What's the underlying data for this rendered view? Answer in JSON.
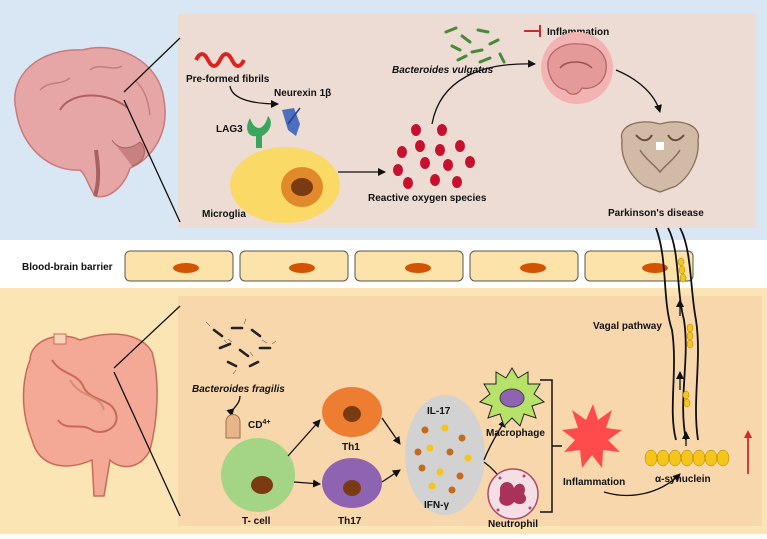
{
  "labels": {
    "preformed_fibrils": "Pre-formed fibrils",
    "neurexin": "Neurexin 1β",
    "lag3": "LAG3",
    "microglia": "Microglia",
    "ros": "Reactive oxygen species",
    "bacteroides_vulgatus": "Bacteroides vulgatus",
    "inflammation_top": "Inflammation",
    "parkinsons": "Parkinson's disease",
    "bbb": "Blood-brain barrier",
    "vagal": "Vagal pathway",
    "bacteroides_fragilis": "Bacteroides fragilis",
    "cd4": "CD",
    "cd4_sup": "4+",
    "th1": "Th1",
    "th17": "Th17",
    "tcell": "T- cell",
    "il17": "IL-17",
    "ifng": "IFN-γ",
    "macrophage": "Macrophage",
    "neutrophil": "Neutrophil",
    "inflammation_bottom": "Inflammation",
    "asyn": "α-synuclein"
  },
  "colors": {
    "top_bg": "#d9e6f3",
    "top_panel": "#ecdcd3",
    "bottom_bg": "#fbe5b5",
    "bottom_panel": "#f8d7ac",
    "microglia": "#fbd967",
    "ros": "#c8102e",
    "th1": "#ed7d31",
    "th17": "#8e63b1",
    "tcell": "#a4d585",
    "macrophage": "#b7e26a",
    "inflammation_star": "#ff4b4b",
    "asyn": "#f5c51a",
    "arrow_up": "#d62828"
  }
}
